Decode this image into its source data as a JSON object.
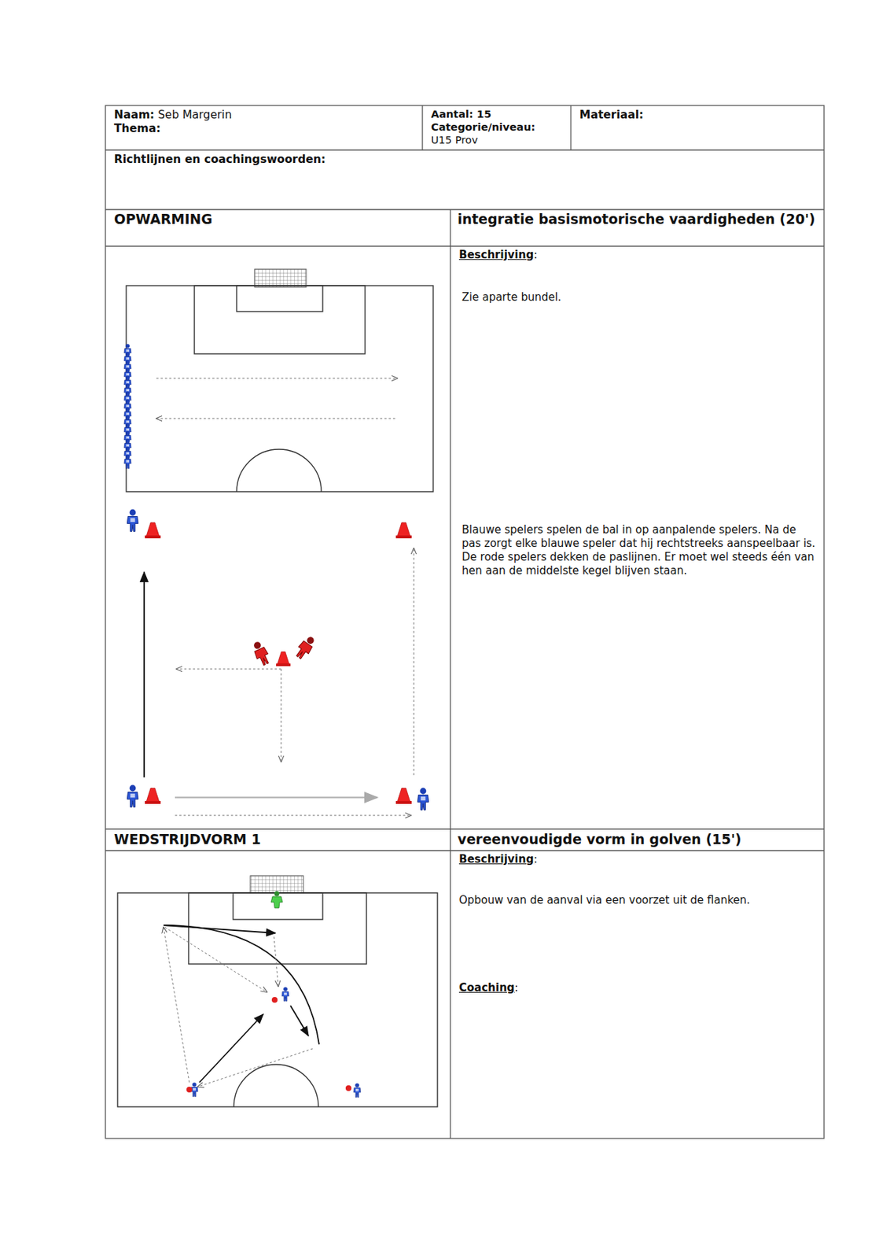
{
  "diagram": {
    "nodes": [
      {
        "text": [
          "Naam:",
          "Seb Margerin",
          "Thema:"
        ]
      },
      {
        "text": [
          "Aantal: 15",
          "Categorie/niveau:",
          "U15 Prov"
        ]
      },
      {
        "text": [
          "Materiaal:"
        ]
      },
      {
        "text": [
          "Richtlijnen en coachingswoorden:"
        ]
      },
      {
        "text": [
          "OPWARMING"
        ]
      },
      {
        "text": [
          "integratie basismotorische vaardigheden (20')"
        ]
      },
      {
        "text": [
          "Beschrijving",
          ":",
          "Zie aparte bundel.",
          "Blauwe spelers spelen de bal in op aanpalende spelers. Na de pas zorgt elke blauwe speler dat hij rechtstreeks aanspeelbaar is. De rode spelers dekken de paslijnen. Er moet wel steeds één van hen aan de middelste kegel blijven staan."
        ]
      },
      {
        "text": [
          "WEDSTRIJDVORM 1"
        ]
      },
      {
        "text": [
          "vereenvoudigde vorm in golven (15')"
        ]
      },
      {
        "text": [
          "Beschrijving",
          ":",
          "Opbouw van de aanval via een voorzet uit de flanken.",
          "Coaching",
          ":"
        ]
      }
    ]
  }
}
